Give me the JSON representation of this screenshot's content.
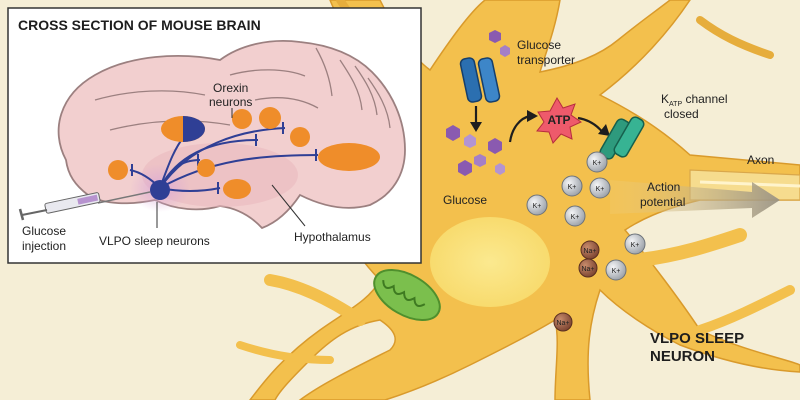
{
  "inset": {
    "title": "CROSS SECTION OF MOUSE BRAIN",
    "orexin_label": [
      "Orexin",
      "neurons"
    ],
    "hypothalamus_label": "Hypothalamus",
    "vlpo_label": "VLPO sleep neurons",
    "injection_label": [
      "Glucose",
      "injection"
    ]
  },
  "neuron": {
    "transporter_label": [
      "Glucose",
      "transporter"
    ],
    "glucose_label": "Glucose",
    "atp_label": "ATP",
    "katp_label": {
      "k": "K",
      "sub": "ATP",
      "rest": " channel",
      "line2": "closed"
    },
    "action_label": [
      "Action",
      "potential"
    ],
    "axon_label": "Axon",
    "vlpo_title": [
      "VLPO SLEEP",
      "NEURON"
    ],
    "k_ion": "K+",
    "na_ion": "Na+"
  },
  "colors": {
    "background": "#f5eed6",
    "neuron_body": "#f3c04d",
    "nucleus": "#f9e07a",
    "brain": "#f2cfcf",
    "orexin_neuron": "#ef8d2a",
    "vlpo_neuron": "#2f3f95",
    "transporter": "#2b6fb0",
    "katp_channel": "#2e9a7d",
    "atp_star": "#ee5a6b",
    "glucose": "#8a5ab0",
    "mitochondrion": "#7bbf4d",
    "ion": "#b9bec4"
  }
}
